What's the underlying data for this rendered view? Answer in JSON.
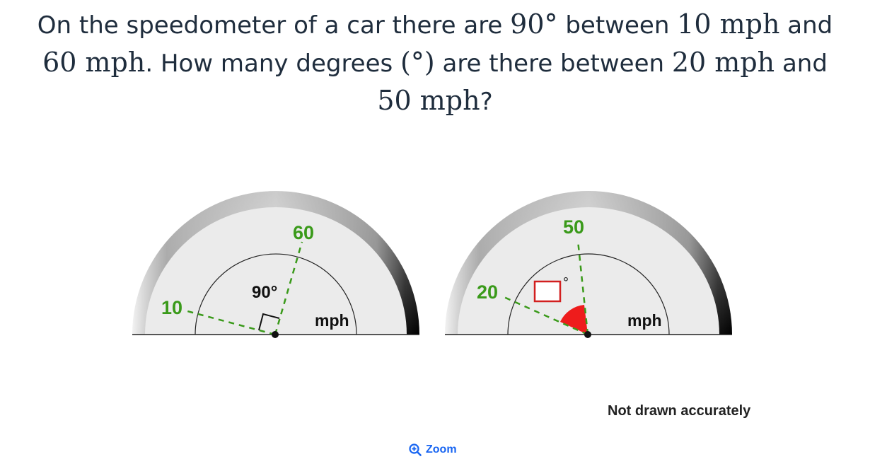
{
  "question": {
    "part1": "On the speedometer of a car there are ",
    "math1": "90°",
    "part2": " between ",
    "math2": "10 mph",
    "part3": " and ",
    "math3": "60 mph",
    "part4": ". How many degrees ",
    "math4": "(°)",
    "part5": " are there between ",
    "math5": "20 mph",
    "part6": " and ",
    "math6": "50 mph",
    "part7": "?"
  },
  "figure": {
    "left_gauge": {
      "label_low": "10",
      "label_high": "60",
      "angle_label": "90°",
      "unit": "mph"
    },
    "right_gauge": {
      "label_low": "20",
      "label_high": "50",
      "degree_symbol": "°",
      "unit": "mph"
    },
    "note": "Not drawn accurately",
    "colors": {
      "label_green": "#3a9a1a",
      "answer_box_red": "#d21f1f",
      "angle_fill_red": "#ee1c1c"
    }
  },
  "zoom": {
    "label": "Zoom",
    "icon": "zoom-in-icon"
  }
}
